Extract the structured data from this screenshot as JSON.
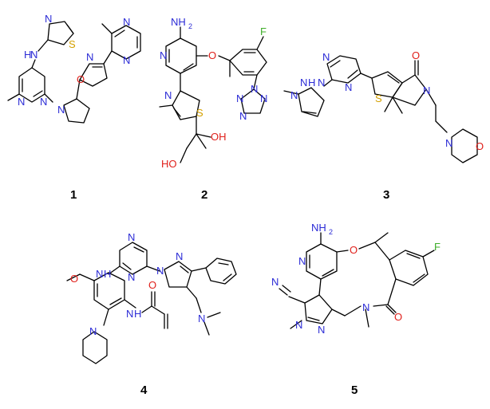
{
  "figure": {
    "colors": {
      "N": "#2b2bd6",
      "O": "#e0201b",
      "S": "#d4a000",
      "F": "#3fae2a",
      "bond": "#000000"
    },
    "compounds": [
      {
        "number": "1",
        "atoms": [
          "N",
          "S",
          "H",
          "N",
          "O",
          "N",
          "N",
          "N",
          "N",
          "N",
          "N"
        ]
      },
      {
        "number": "2",
        "atoms": [
          "NH",
          "2",
          "N",
          "O",
          "F",
          "N",
          "N",
          "N",
          "N",
          "S",
          "N",
          "OH",
          "HO"
        ]
      },
      {
        "number": "3",
        "atoms": [
          "N",
          "N",
          "H",
          "N",
          "N",
          "N",
          "S",
          "O",
          "N",
          "N",
          "O"
        ]
      },
      {
        "number": "4",
        "atoms": [
          "N",
          "N",
          "H",
          "N",
          "N",
          "N",
          "O",
          "N",
          "O",
          "H",
          "N",
          "N"
        ]
      },
      {
        "number": "5",
        "atoms": [
          "NH",
          "2",
          "N",
          "O",
          "F",
          "N",
          "N",
          "N",
          "N",
          "O"
        ]
      }
    ]
  }
}
